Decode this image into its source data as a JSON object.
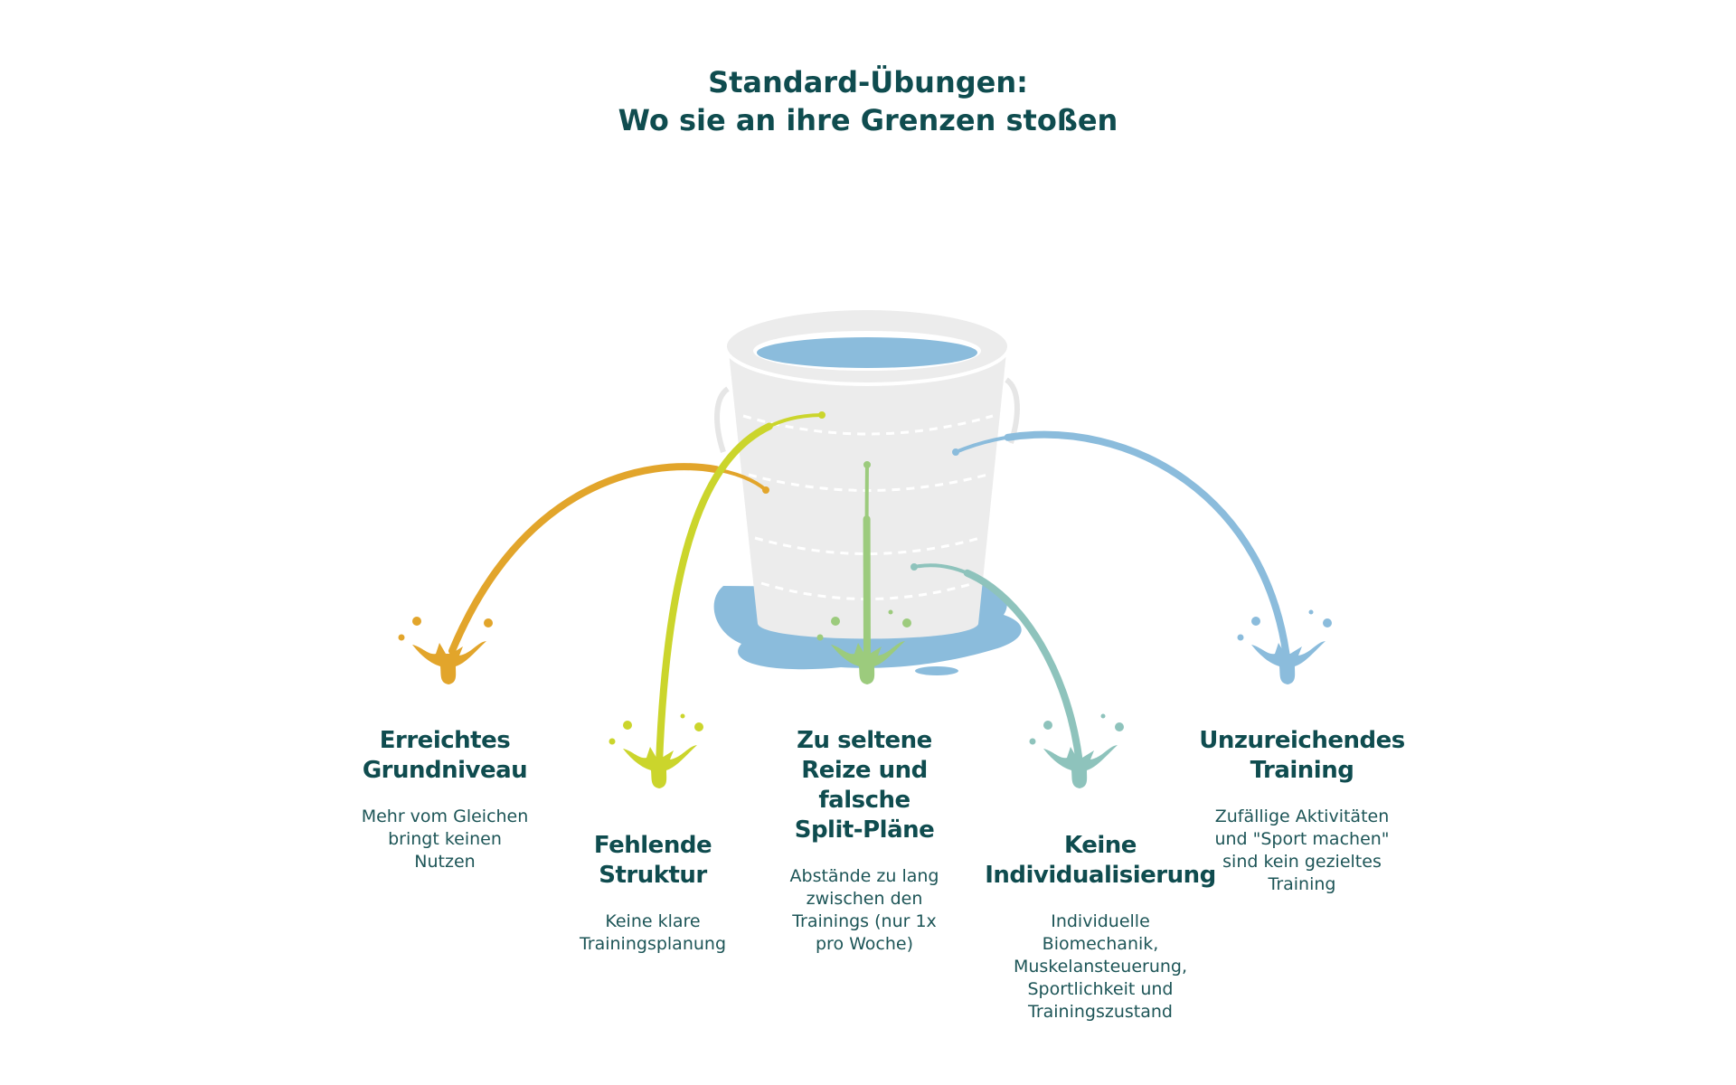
{
  "title": {
    "lines": [
      "Standard-Übungen:",
      "Wo sie an ihre Grenzen stoßen"
    ]
  },
  "colors": {
    "text": "#0f4c4f",
    "bucket": "#ececec",
    "water": "#8bbcdc",
    "orange": "#e2a52b",
    "yellow": "#cbd52c",
    "green": "#9ccb7d",
    "teal": "#8ec3bc",
    "blue": "#8bbcdc"
  },
  "items": [
    {
      "title": [
        "Erreichtes",
        "Grundniveau"
      ],
      "desc": [
        "Mehr vom Gleichen",
        "bringt keinen",
        "Nutzen"
      ],
      "color": "#e2a52b"
    },
    {
      "title": [
        "Fehlende",
        "Struktur"
      ],
      "desc": [
        "Keine klare",
        "Trainingsplanung"
      ],
      "color": "#cbd52c"
    },
    {
      "title": [
        "Zu seltene",
        "Reize und",
        "falsche",
        "Split-Pläne"
      ],
      "desc": [
        "Abstände zu lang",
        "zwischen den",
        "Trainings (nur 1x",
        "pro Woche)"
      ],
      "color": "#9ccb7d"
    },
    {
      "title": [
        "Keine",
        "Individualisierung"
      ],
      "desc": [
        "Individuelle",
        "Biomechanik,",
        "Muskelansteuerung,",
        "Sportlichkeit und",
        "Trainingszustand"
      ],
      "color": "#8ec3bc"
    },
    {
      "title": [
        "Unzureichendes",
        "Training"
      ],
      "desc": [
        "Zufällige Aktivitäten",
        "und \"Sport machen\"",
        "sind kein gezieltes",
        "Training"
      ],
      "color": "#8bbcdc"
    }
  ]
}
